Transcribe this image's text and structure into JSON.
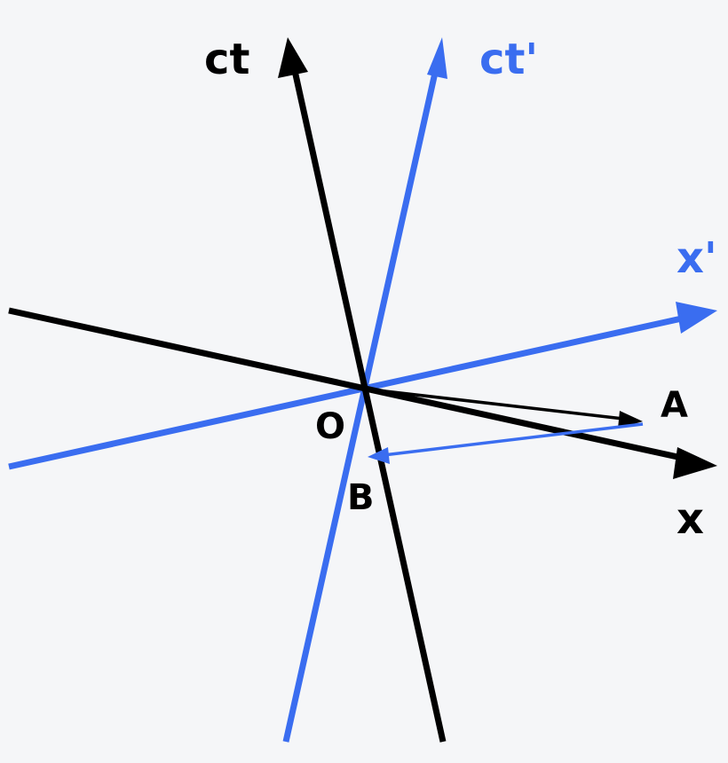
{
  "colors": {
    "background": "#f5f6f8",
    "rest_frame": "#000000",
    "moving_frame": "#3a6df0"
  },
  "labels": {
    "ct_axis": "ct",
    "ct_prime_axis": "ct'",
    "x_axis": "x",
    "x_prime_axis": "x'",
    "origin": "O",
    "point_a": "A",
    "point_b": "B"
  }
}
